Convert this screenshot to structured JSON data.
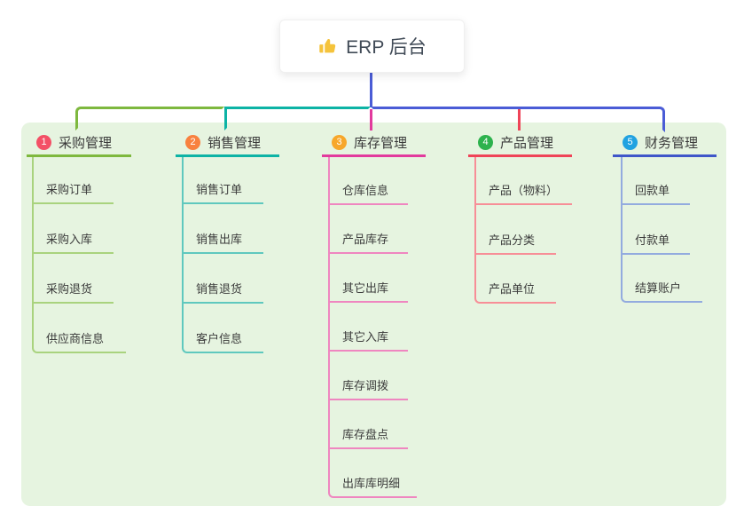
{
  "root": {
    "label": "ERP 后台",
    "icon": "thumbs-up"
  },
  "branches": [
    {
      "badge": "1",
      "label": "采购管理",
      "badge_color": "#f35066",
      "line_color": "#7eb83e",
      "child_line_color": "#a9d37e",
      "children": [
        "采购订单",
        "采购入库",
        "采购退货",
        "供应商信息"
      ]
    },
    {
      "badge": "2",
      "label": "销售管理",
      "badge_color": "#f8813f",
      "line_color": "#0db3a5",
      "child_line_color": "#5fc8be",
      "children": [
        "销售订单",
        "销售出库",
        "销售退货",
        "客户信息"
      ]
    },
    {
      "badge": "3",
      "label": "库存管理",
      "badge_color": "#f7a72b",
      "line_color": "#e23a9d",
      "child_line_color": "#ef86c0",
      "children": [
        "仓库信息",
        "产品库存",
        "其它出库",
        "其它入库",
        "库存调拨",
        "库存盘点",
        "出库库明细"
      ]
    },
    {
      "badge": "4",
      "label": "产品管理",
      "badge_color": "#2db24d",
      "line_color": "#ef4458",
      "child_line_color": "#f78e97",
      "children": [
        "产品（物料）",
        "产品分类",
        "产品单位"
      ]
    },
    {
      "badge": "5",
      "label": "财务管理",
      "badge_color": "#21a2e1",
      "line_color": "#3f56c9",
      "child_line_color": "#93abdf",
      "children": [
        "回款单",
        "付款单",
        "结算账户"
      ]
    }
  ],
  "colors": {
    "panel_background": "#e6f4e0",
    "page_background": "#ffffff",
    "root_connector": "#4a5cd6",
    "thumb_icon": "#f5c33b",
    "header_text": "#3a3a3a",
    "child_text": "#3c3c3c"
  }
}
